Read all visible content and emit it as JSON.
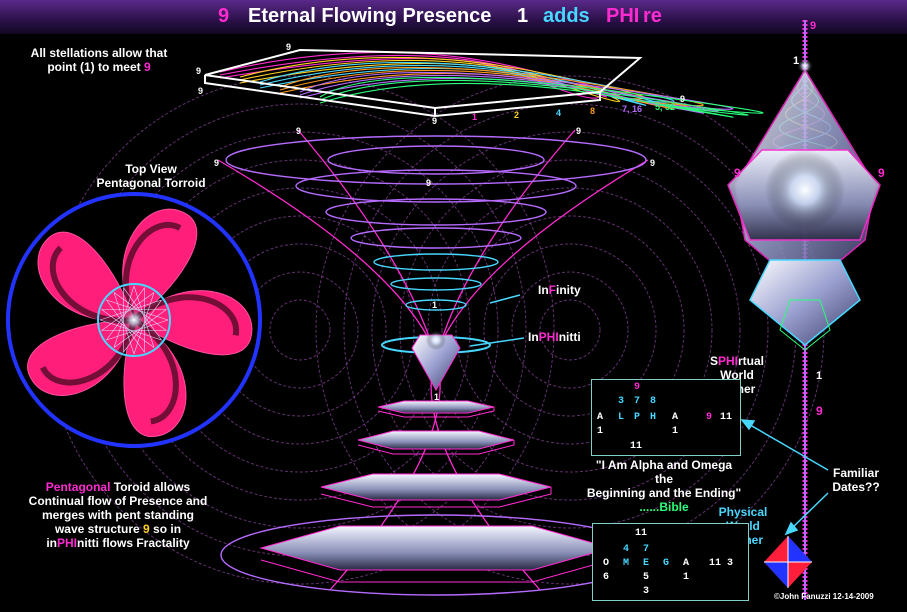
{
  "title": {
    "nine": "9",
    "text1": "Eternal Flowing Presence",
    "one": "1",
    "adds": "adds",
    "phi": "PHI",
    "re": "re"
  },
  "colors": {
    "magenta": "#ff2bd0",
    "purple": "#b66bff",
    "cyan": "#47d7ff",
    "pink": "#ff1f7a",
    "blue": "#2233ff",
    "green": "#2aff7a",
    "orange": "#ff9a1f",
    "yellow": "#ffd21f"
  },
  "stellation_note": {
    "line1": "All stellations allow that",
    "line2_a": "point (1) to meet ",
    "line2_b": "9"
  },
  "top_view": {
    "line1": "Top View",
    "line2": "Pentagonal Torroid"
  },
  "infinity_label": {
    "a": "In",
    "b": "F",
    "c": "inity"
  },
  "inphinitti_label": {
    "a": "In",
    "b": "PHI",
    "c": "nitti"
  },
  "spiritual": {
    "a": "S",
    "b": "PHI",
    "c": "rtual",
    "line2": "World",
    "line3": "Father"
  },
  "physical": {
    "line1": "Physical",
    "line2": "World",
    "line3": "Mother"
  },
  "familiar": {
    "line1": "Familiar",
    "line2": "Dates??"
  },
  "quote": {
    "line1": "\"I Am Alpha and Omega",
    "line2": "the",
    "line3": "Beginning and the Ending\"",
    "bible": "......Bible"
  },
  "alpha_panel": {
    "top": "9",
    "digits": [
      "3",
      "7",
      "8"
    ],
    "letters": [
      "A",
      "L",
      "P",
      "H",
      "A"
    ],
    "right_nine": "9",
    "right_eleven": "11",
    "ones": [
      "1",
      "1"
    ],
    "bottom": "11"
  },
  "omega_panel": {
    "top": "11",
    "digits": [
      "4",
      "7"
    ],
    "letters": [
      "O",
      "M",
      "E",
      "G",
      "A"
    ],
    "right": "11 3",
    "row3": [
      "6",
      "5",
      "1"
    ],
    "bottom": "3"
  },
  "pentagonal_note": {
    "l1_a": "Pentagonal",
    "l1_b": " Toroid allows",
    "line2": "Continual flow of Presence and",
    "line3": "merges with  pent  standing",
    "l4_a": "wave structure ",
    "l4_b": "9",
    "l4_c": " so in",
    "l5_a": "in",
    "l5_b": "PHI",
    "l5_c": "nitti flows Fractality"
  },
  "copyright": "©John Fanuzzi 12-14-2009",
  "figure_numbers": {
    "prism_top": "9",
    "prism_left": "9",
    "prism_bottom_left": "9",
    "prism_bottom_center": "9",
    "prism_right": "9",
    "series": [
      {
        "label": "1",
        "color": "#ff2bd0"
      },
      {
        "label": "2",
        "color": "#ffd21f"
      },
      {
        "label": "4",
        "color": "#47d7ff"
      },
      {
        "label": "8",
        "color": "#ff9a1f"
      },
      {
        "label": "7, 16",
        "color": "#b66bff"
      },
      {
        "label": "5, 32",
        "color": "#2aff7a"
      }
    ],
    "cone_top_left": "9",
    "cone_mid_left": "9",
    "cone_mid_right": "9",
    "cone_top_right": "9",
    "cone_center": "9",
    "cone_one": "1",
    "cone_inner_one": "1",
    "axis_top": "9",
    "axis_one": "1",
    "axis_left_nine": "9",
    "axis_right_nine": "9",
    "axis_bottom_one": "1",
    "axis_bottom_nine": "9"
  }
}
